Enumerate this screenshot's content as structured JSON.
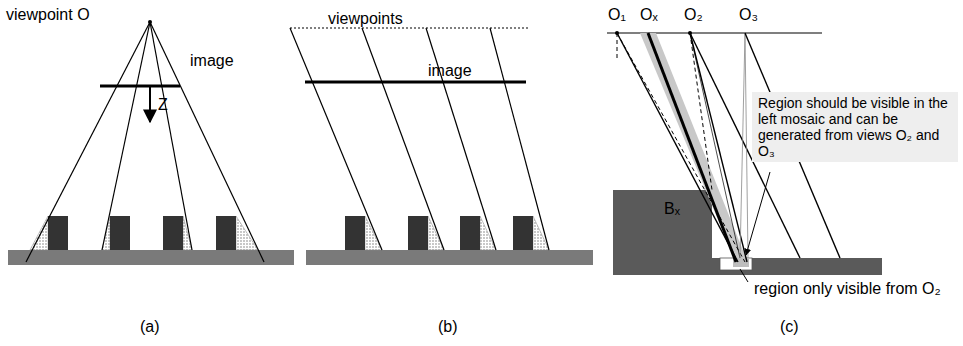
{
  "diagram": {
    "nodes": [
      {
        "text": [
          "Region should be visible in the left mosaic and can be generated from views O₂ and O₃"
        ]
      }
    ],
    "labels": [
      "viewpoint O",
      "image",
      "Z",
      "viewpoints",
      "image",
      "O₁",
      "Oₓ",
      "O₂",
      "O₃",
      "Bₓ",
      "region only visible from O₂",
      "(a)",
      "(b)",
      "(c)"
    ]
  }
}
